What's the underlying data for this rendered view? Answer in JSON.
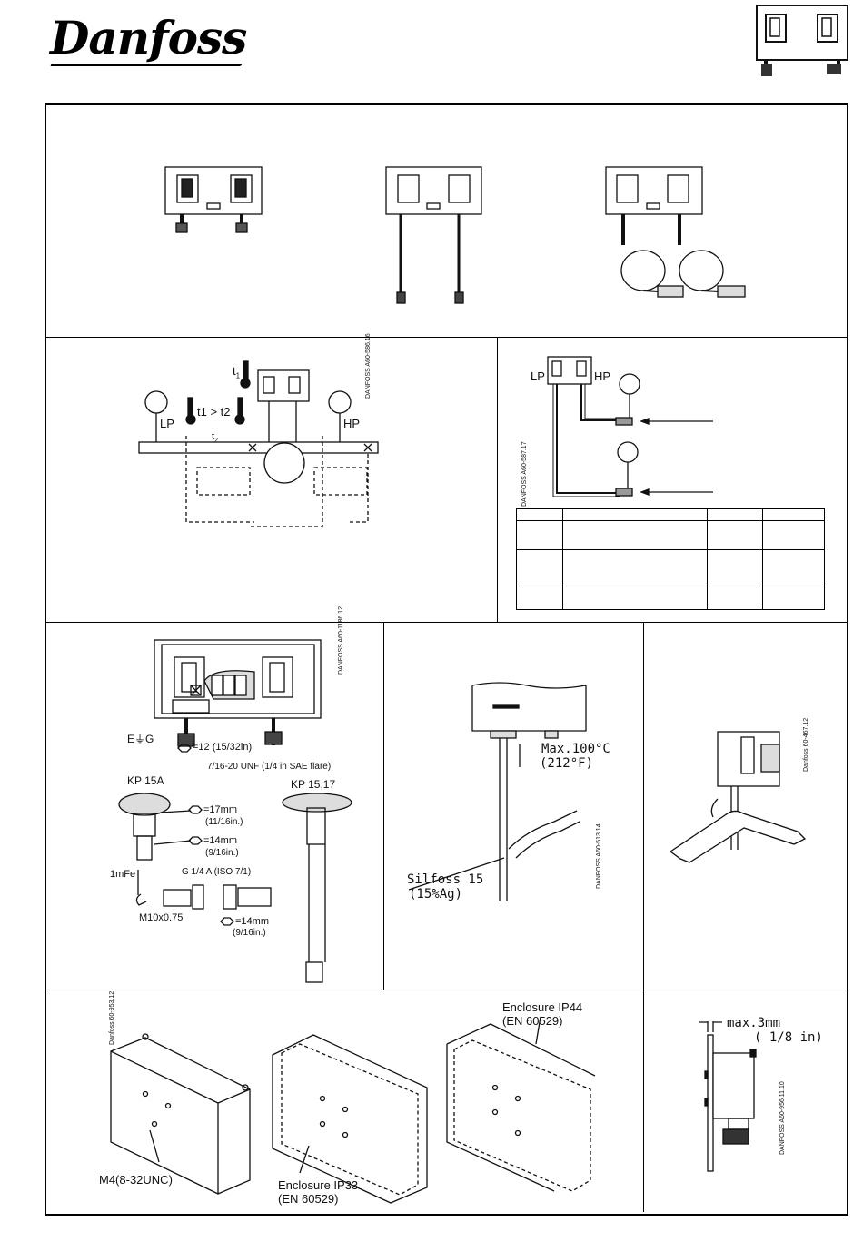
{
  "brand": {
    "logo_text": "Danfoss"
  },
  "codes": {
    "mounting_diagram": "DANFOSS A60-586.16",
    "connection_diagram": "DANFOSS A60-587.17",
    "terminal_diagram": "DANFOSS A60-1186.12",
    "brazing_diagram": "DANFOSS A60-513.14",
    "wrench_diagram": "Danfoss 60-467.12",
    "enclosure_diagram": "Danfoss 60-953.12",
    "panel_diagram": "DANFOSS A60-956.11.10"
  },
  "mounting": {
    "label_t1": "t",
    "label_t1_sub": "1",
    "label_compare": "t1 > t2",
    "label_t2": "t",
    "label_t2_sub": "2",
    "label_lp": "LP",
    "label_hp": "HP"
  },
  "connection": {
    "label_lp": "LP",
    "label_hp": "HP"
  },
  "terminals": {
    "earth_symbol": "E⏚G",
    "nut_size": "=12 (15/32in)",
    "thread": "7/16-20 UNF (1/4 in SAE flare)",
    "model_a": "KP 15A",
    "model_b": "KP 15,17",
    "nut_17": "=17mm",
    "nut_17_in": "(11/16in.)",
    "nut_14": "=14mm",
    "nut_14_in": "(9/16in.)",
    "material": "1mFe",
    "pipe_thread": "G 1/4 A (ISO 7/1)",
    "metric_thread": "M10x0.75",
    "nut_14b": "=14mm",
    "nut_14b_in": "(9/16in.)"
  },
  "brazing": {
    "max_temp_c": "Max.100°C",
    "max_temp_f": "(212°F)",
    "solder": "Silfoss 15",
    "solder_ag": "(15%Ag)"
  },
  "enclosure": {
    "screw": "M4(8-32UNC)",
    "ip33": "Enclosure IP33",
    "ip33_std": "(EN 60529)",
    "ip44": "Enclosure IP44",
    "ip44_std": "(EN 60529)"
  },
  "panel": {
    "max_gap": "max.3mm",
    "max_gap_in": "( 1/8 in)"
  }
}
